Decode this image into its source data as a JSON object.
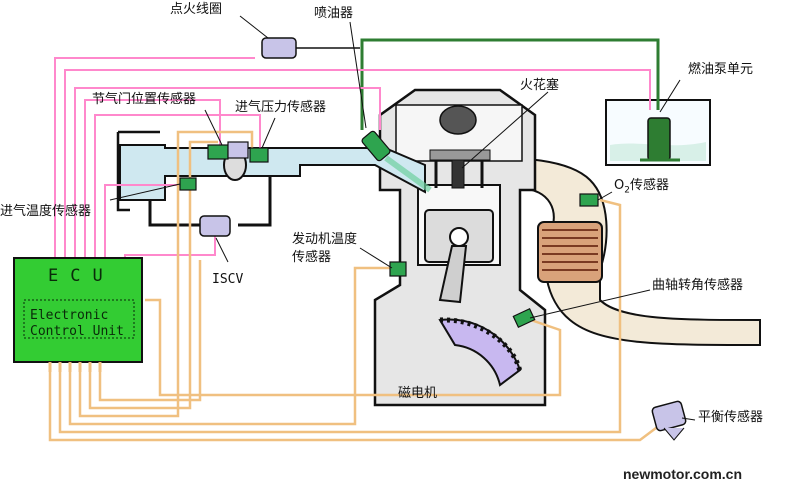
{
  "labels": {
    "ignition_coil": "点火线圈",
    "injector": "喷油器",
    "fuel_pump": "燃油泵单元",
    "throttle_sensor": "节气门位置传感器",
    "intake_pressure_sensor": "进气压力传感器",
    "spark_plug": "火花塞",
    "intake_temp_sensor": "进气温度传感器",
    "o2_sensor_prefix": "O",
    "o2_sensor_sub": "2",
    "o2_sensor_suffix": "传感器",
    "engine_temp_sensor_line1": "发动机温度",
    "engine_temp_sensor_line2": "传感器",
    "iscv": "ISCV",
    "crank_sensor": "曲轴转角传感器",
    "magneto": "磁电机",
    "balance_sensor": "平衡传感器"
  },
  "ecu": {
    "title": "ECU",
    "subtitle_line1": "Electronic",
    "subtitle_line2": "Control Unit"
  },
  "watermark": "newmotor.com.cn",
  "colors": {
    "ecu_green": "#33cc33",
    "signal_pink": "#ff88cc",
    "sensor_tan": "#f0c080",
    "intake_blue": "#cfe8f0",
    "fuel_green": "#2e7d32",
    "engine_gray": "#e6e6e6",
    "outline": "#111111",
    "exhaust_dots": "#f3ead8"
  }
}
